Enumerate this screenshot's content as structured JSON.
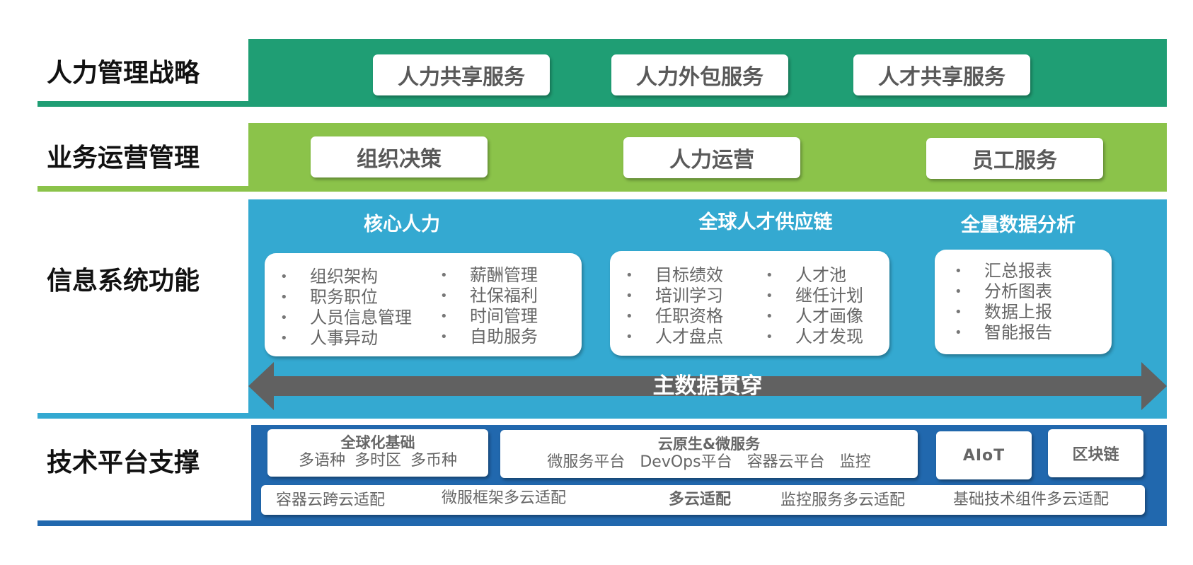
{
  "colors": {
    "strategy_band": "#1f9e74",
    "operations_band": "#8bc34a",
    "info_band": "#34a9d1",
    "tech_band": "#2168ae",
    "arrow": "#616161"
  },
  "rows": {
    "strategy": {
      "label": "人力管理战略",
      "items": [
        "人力共享服务",
        "人力外包服务",
        "人才共享服务"
      ]
    },
    "operations": {
      "label": "业务运营管理",
      "items": [
        "组织决策",
        "人力运营",
        "员工服务"
      ]
    },
    "info_system": {
      "label": "信息系统功能",
      "columns": [
        {
          "title": "核心人力",
          "left": [
            "组织架构",
            "职务职位",
            "人员信息管理",
            "人事异动"
          ],
          "right": [
            "薪酬管理",
            "社保福利",
            "时间管理",
            "自助服务"
          ]
        },
        {
          "title": "全球人才供应链",
          "left": [
            "目标绩效",
            "培训学习",
            "任职资格",
            "人才盘点"
          ],
          "right": [
            "人才池",
            "继任计划",
            "人才画像",
            "人才发现"
          ]
        },
        {
          "title": "全量数据分析",
          "left": [
            "汇总报表",
            "分析图表",
            "数据上报",
            "智能报告"
          ]
        }
      ],
      "arrow_label": "主数据贯穿"
    },
    "tech": {
      "label": "技术平台支撑",
      "globalization": {
        "title": "全球化基础",
        "sub": "多语种 多时区 多币种"
      },
      "cloud_native": {
        "title": "云原生&微服务",
        "sub": "微服务平台 DevOps平台 容器云平台 监控"
      },
      "aiot": "AIoT",
      "blockchain": "区块链",
      "adapt": {
        "items": [
          "容器云跨云适配",
          "微服框架多云适配",
          "多云适配",
          "监控服务多云适配",
          "基础技术组件多云适配"
        ]
      }
    }
  }
}
